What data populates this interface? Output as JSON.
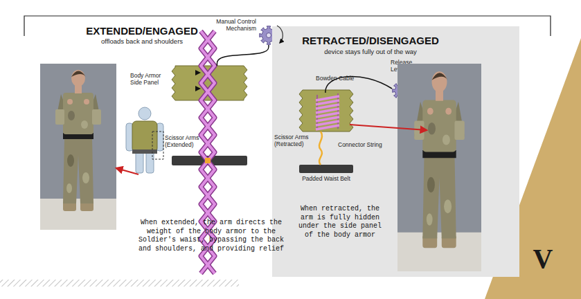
{
  "diagram": {
    "nodes": [
      {
        "text": [
          "Manual Control Mechanism"
        ]
      },
      {
        "text": [
          "Body Armor Side Panel"
        ]
      },
      {
        "text": [
          "RETRACTED/DISENGAGED",
          "device stays fully out of the way",
          "When retracted, the arm is fully hidden under the side panel of the body armor"
        ]
      },
      {
        "text": [
          "Release Lever"
        ],
        "in": 2
      },
      {
        "text": [
          "Padded Waist Belt"
        ],
        "in": 2
      }
    ],
    "edges": [
      {
        "from": 0,
        "to": 1,
        "arrow": "none"
      }
    ],
    "labels": [
      "EXTENDED/ENGAGED",
      "offloads back and shoulders",
      "Scissor Arms (Extended)",
      "When extended, the arm directs the weight of the body armor to the Soldier's waist, bypassing the back and shoulders, and providing relief",
      "Bowden Cable",
      "Scissor Arms (Retracted)",
      "Connector String",
      "V"
    ]
  }
}
